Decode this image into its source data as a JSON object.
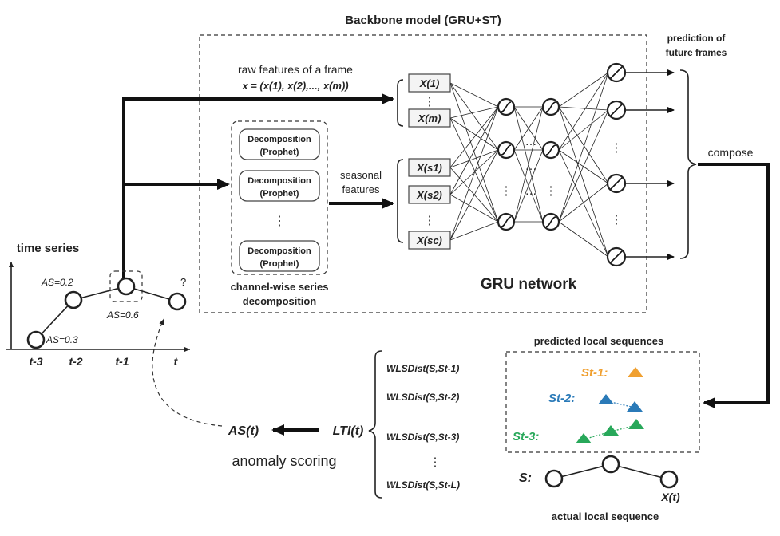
{
  "backbone": {
    "title": "Backbone model (GRU+ST)",
    "raw_label": "raw features of a frame",
    "raw_formula": "x = (x(1), x(2),..., x(m))",
    "seasonal_label_1": "seasonal",
    "seasonal_label_2": "features",
    "decomp_box_line1": "Decomposition",
    "decomp_box_line2": "(Prophet)",
    "decomp_group_caption_1": "channel-wise series",
    "decomp_group_caption_2": "decomposition",
    "gru_label": "GRU network",
    "x_inputs": [
      "X(1)",
      "X(m)",
      "X(s1)",
      "X(s2)",
      "X(sc)"
    ],
    "prediction_label_1": "prediction of",
    "prediction_label_2": "future frames",
    "compose_label": "compose"
  },
  "time_series": {
    "title": "time series",
    "ticks": [
      "t-3",
      "t-2",
      "t-1",
      "t"
    ],
    "annotations": [
      "AS=0.3",
      "AS=0.2",
      "AS=0.6",
      "?"
    ]
  },
  "local_sequences": {
    "title": "predicted local sequences",
    "seq_labels": [
      "St-1:",
      "St-2:",
      "St-3:"
    ],
    "actual_label": "S:",
    "actual_point_label": "X(t)",
    "actual_caption": "actual local sequence",
    "colors": {
      "st1": "#f0a030",
      "st2": "#2a7ab8",
      "st3": "#28a85a"
    }
  },
  "scoring": {
    "distances": [
      "WLSDist(S,St-1)",
      "WLSDist(S,St-2)",
      "WLSDist(S,St-3)",
      "WLSDist(S,St-L)"
    ],
    "lti": "LTI(t)",
    "as_t": "AS(t)",
    "caption": "anomaly scoring"
  }
}
